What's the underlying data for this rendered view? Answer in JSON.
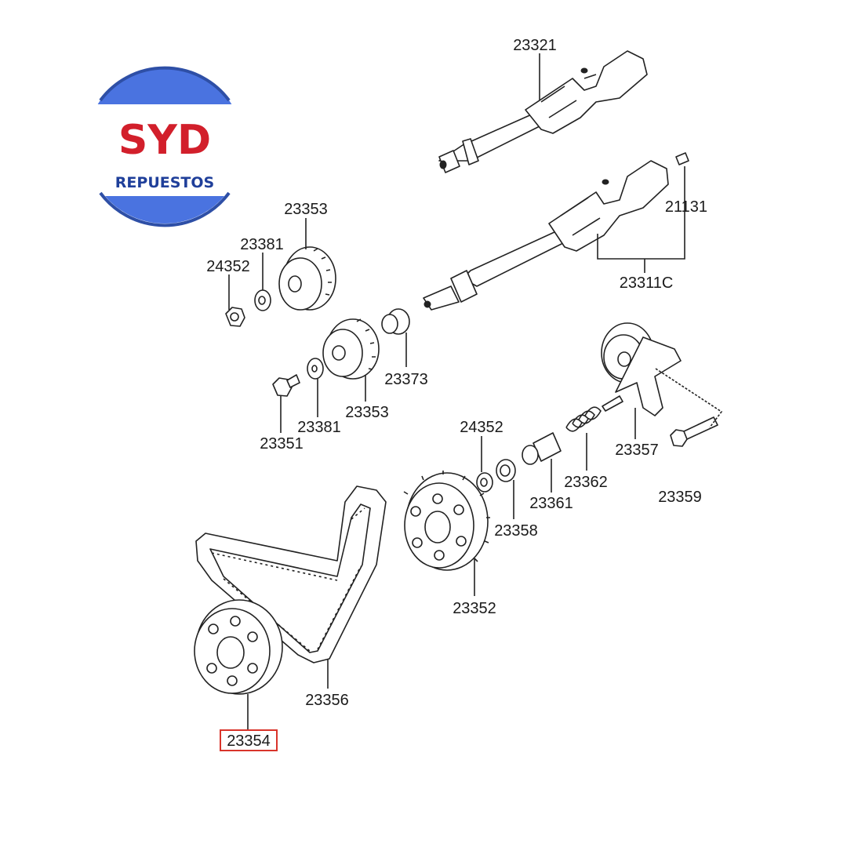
{
  "logo": {
    "brand": "SYD",
    "tagline": "REPUESTOS",
    "colors": {
      "brand_red": "#d21f2b",
      "ring_blue": "#2e4fa6",
      "band_blue": "#4a73e0",
      "tagline_blue": "#1f3f9a"
    }
  },
  "parts": {
    "p23321": "23321",
    "p21131": "21131",
    "p23311c": "23311C",
    "p23353_top": "23353",
    "p23381_top": "23381",
    "p24352_top": "24352",
    "p23373": "23373",
    "p23351": "23351",
    "p23381_bottom": "23381",
    "p23353_bottom": "23353",
    "p24352_bottom": "24352",
    "p23357": "23357",
    "p23362": "23362",
    "p23361": "23361",
    "p23358": "23358",
    "p23359": "23359",
    "p23352": "23352",
    "p23356": "23356",
    "p23354": "23354"
  },
  "highlight": {
    "part": "23354",
    "color": "#d9342b"
  }
}
